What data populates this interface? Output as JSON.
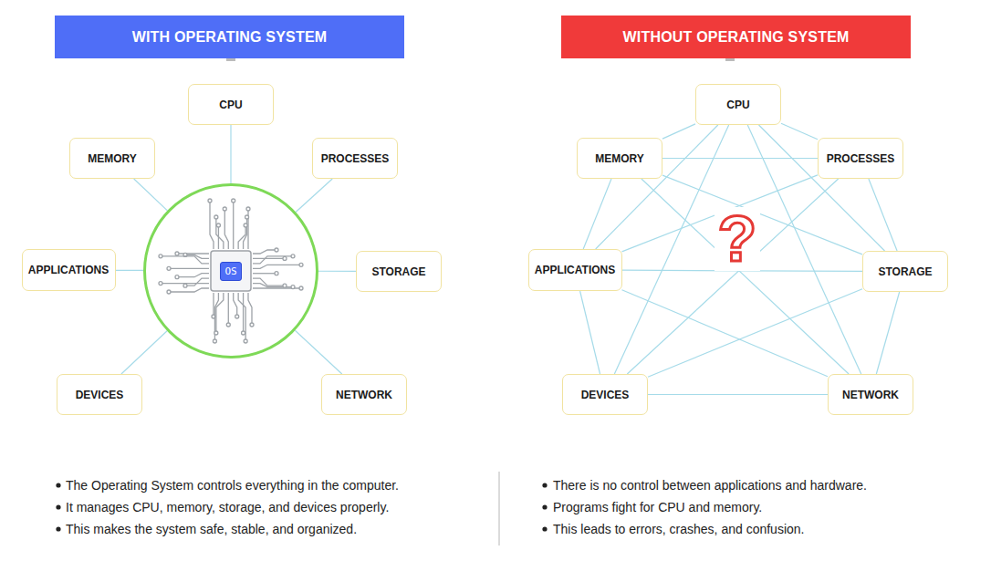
{
  "diagram": {
    "nodes": [
      {
        "text": [
          "WITH OPERATING SYSTEM"
        ]
      },
      {
        "text": [
          "CPU"
        ]
      },
      {
        "text": [
          "MEMORY"
        ]
      },
      {
        "text": [
          "PROCESSES"
        ]
      },
      {
        "text": [
          "OS"
        ]
      },
      {
        "text": [
          "APPLICATIONS"
        ]
      },
      {
        "text": [
          "STORAGE"
        ]
      },
      {
        "text": [
          "DEVICES"
        ]
      },
      {
        "text": [
          "NETWORK"
        ]
      },
      {
        "text": [
          "WITHOUT OPERATING SYSTEM"
        ]
      },
      {
        "text": [
          "CPU"
        ]
      },
      {
        "text": [
          "MEMORY"
        ]
      },
      {
        "text": [
          "PROCESSES"
        ]
      },
      {
        "text": [
          "APPLICATIONS"
        ]
      },
      {
        "text": [
          "STORAGE"
        ]
      },
      {
        "text": [
          "DEVICES"
        ]
      },
      {
        "text": [
          "NETWORK"
        ]
      }
    ],
    "edges": [
      {
        "from": 4,
        "to": 1,
        "arrow": "none"
      },
      {
        "from": 4,
        "to": 2,
        "arrow": "none"
      },
      {
        "from": 4,
        "to": 3,
        "arrow": "none"
      },
      {
        "from": 4,
        "to": 5,
        "arrow": "none"
      },
      {
        "from": 4,
        "to": 6,
        "arrow": "none"
      },
      {
        "from": 4,
        "to": 7,
        "arrow": "none"
      },
      {
        "from": 4,
        "to": 8,
        "arrow": "none"
      },
      {
        "from": 10,
        "to": 11,
        "arrow": "none"
      },
      {
        "from": 10,
        "to": 12,
        "arrow": "none"
      },
      {
        "from": 10,
        "to": 13,
        "arrow": "none"
      },
      {
        "from": 10,
        "to": 14,
        "arrow": "none"
      },
      {
        "from": 10,
        "to": 15,
        "arrow": "none"
      },
      {
        "from": 10,
        "to": 16,
        "arrow": "none"
      },
      {
        "from": 11,
        "to": 12,
        "arrow": "none"
      },
      {
        "from": 11,
        "to": 14,
        "arrow": "none"
      },
      {
        "from": 11,
        "to": 16,
        "arrow": "none"
      },
      {
        "from": 11,
        "to": 13,
        "arrow": "none"
      },
      {
        "from": 12,
        "to": 13,
        "arrow": "none"
      },
      {
        "from": 12,
        "to": 14,
        "arrow": "none"
      },
      {
        "from": 12,
        "to": 15,
        "arrow": "none"
      },
      {
        "from": 13,
        "to": 14,
        "arrow": "none"
      },
      {
        "from": 13,
        "to": 16,
        "arrow": "none"
      },
      {
        "from": 13,
        "to": 15,
        "arrow": "none"
      },
      {
        "from": 15,
        "to": 16,
        "arrow": "none"
      },
      {
        "from": 15,
        "to": 14,
        "arrow": "none"
      },
      {
        "from": 14,
        "to": 16,
        "arrow": "none"
      }
    ],
    "labels": [
      "?",
      "The Operating System controls everything in the computer.",
      "It manages CPU, memory, storage, and devices properly.",
      "This makes the system safe, stable, and organized.",
      "There is no control between applications and hardware.",
      "Programs fight for CPU and memory.",
      "This leads to errors, crashes, and confusion."
    ]
  }
}
